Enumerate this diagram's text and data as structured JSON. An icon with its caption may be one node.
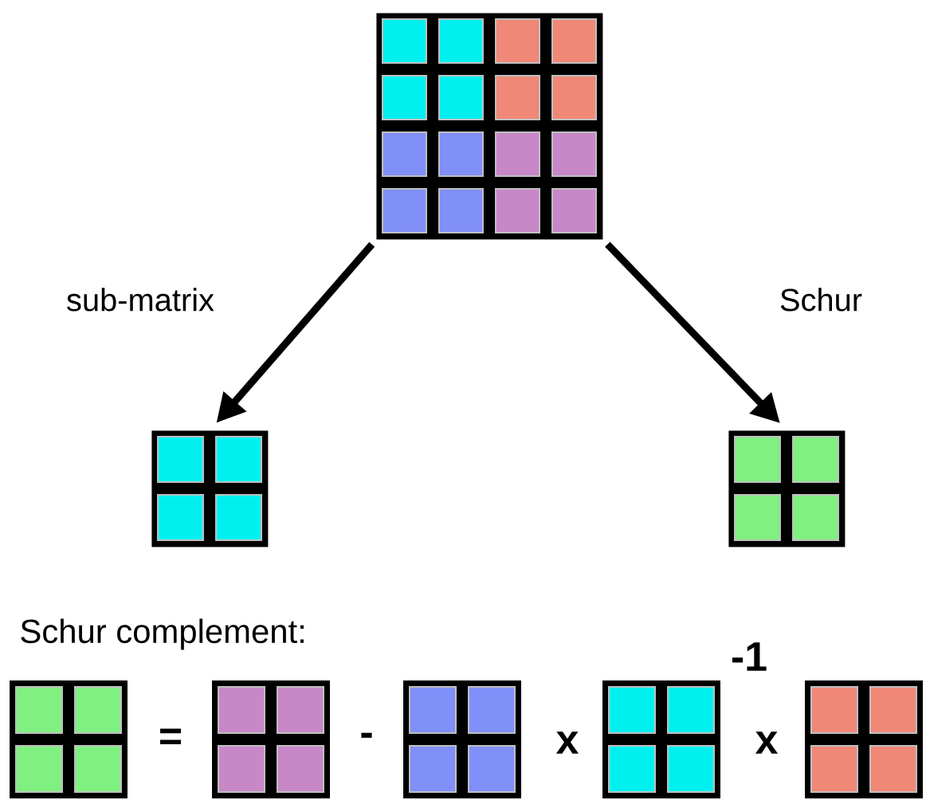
{
  "diagram": {
    "nodes": [
      {
        "text": [],
        "shape": "grid"
      },
      {
        "text": [],
        "shape": "grid"
      },
      {
        "text": [],
        "shape": "grid"
      }
    ],
    "edges": [
      {
        "from": 0,
        "to": 1,
        "arrow": "to",
        "label": "sub-matrix"
      },
      {
        "from": 0,
        "to": 2,
        "arrow": "to",
        "label": "Schur"
      }
    ],
    "labels": [
      "Schur complement:",
      "=",
      "-",
      "x",
      "-1",
      "x"
    ]
  }
}
